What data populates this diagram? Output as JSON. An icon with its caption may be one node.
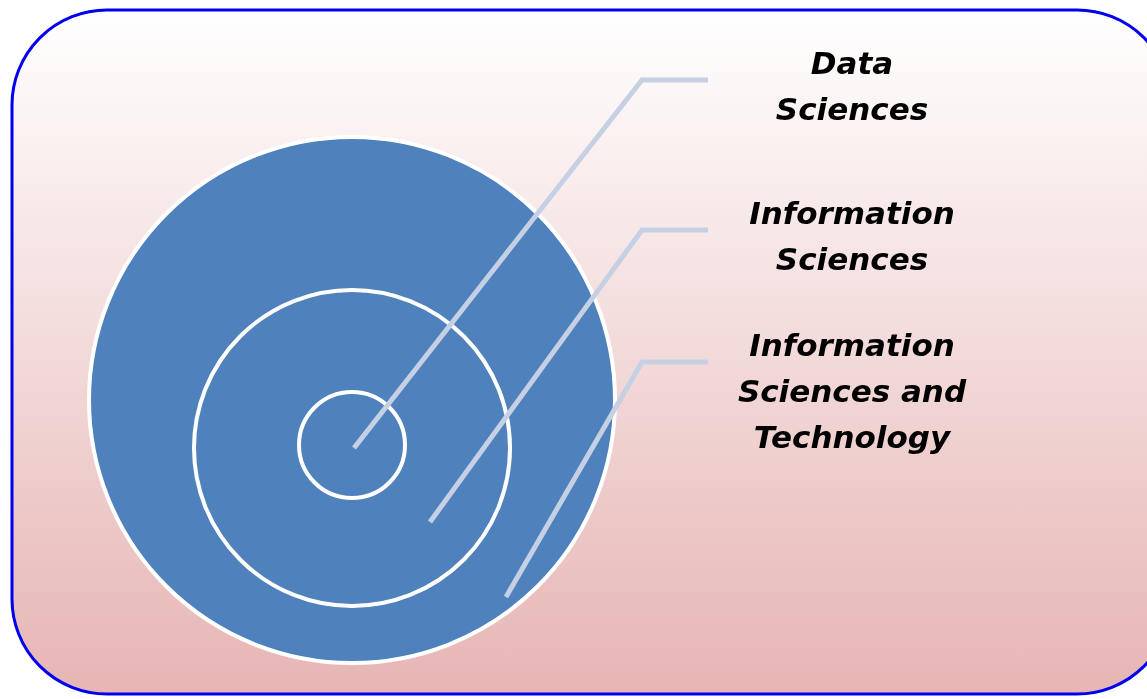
{
  "diagram": {
    "nodes": [
      {
        "text": [],
        "shape": "circle"
      },
      {
        "text": [],
        "shape": "circle",
        "in": 0
      },
      {
        "text": [],
        "shape": "circle",
        "in": 1
      },
      {
        "text": [
          "Data Sciences"
        ]
      },
      {
        "text": [
          "Information Sciences"
        ]
      },
      {
        "text": [
          "Information Sciences and Technology"
        ]
      }
    ],
    "edges": [
      {
        "from": 3,
        "to": 2,
        "arrow": "none"
      },
      {
        "from": 4,
        "to": 1,
        "arrow": "none"
      },
      {
        "from": 5,
        "to": 0,
        "arrow": "none"
      }
    ]
  }
}
